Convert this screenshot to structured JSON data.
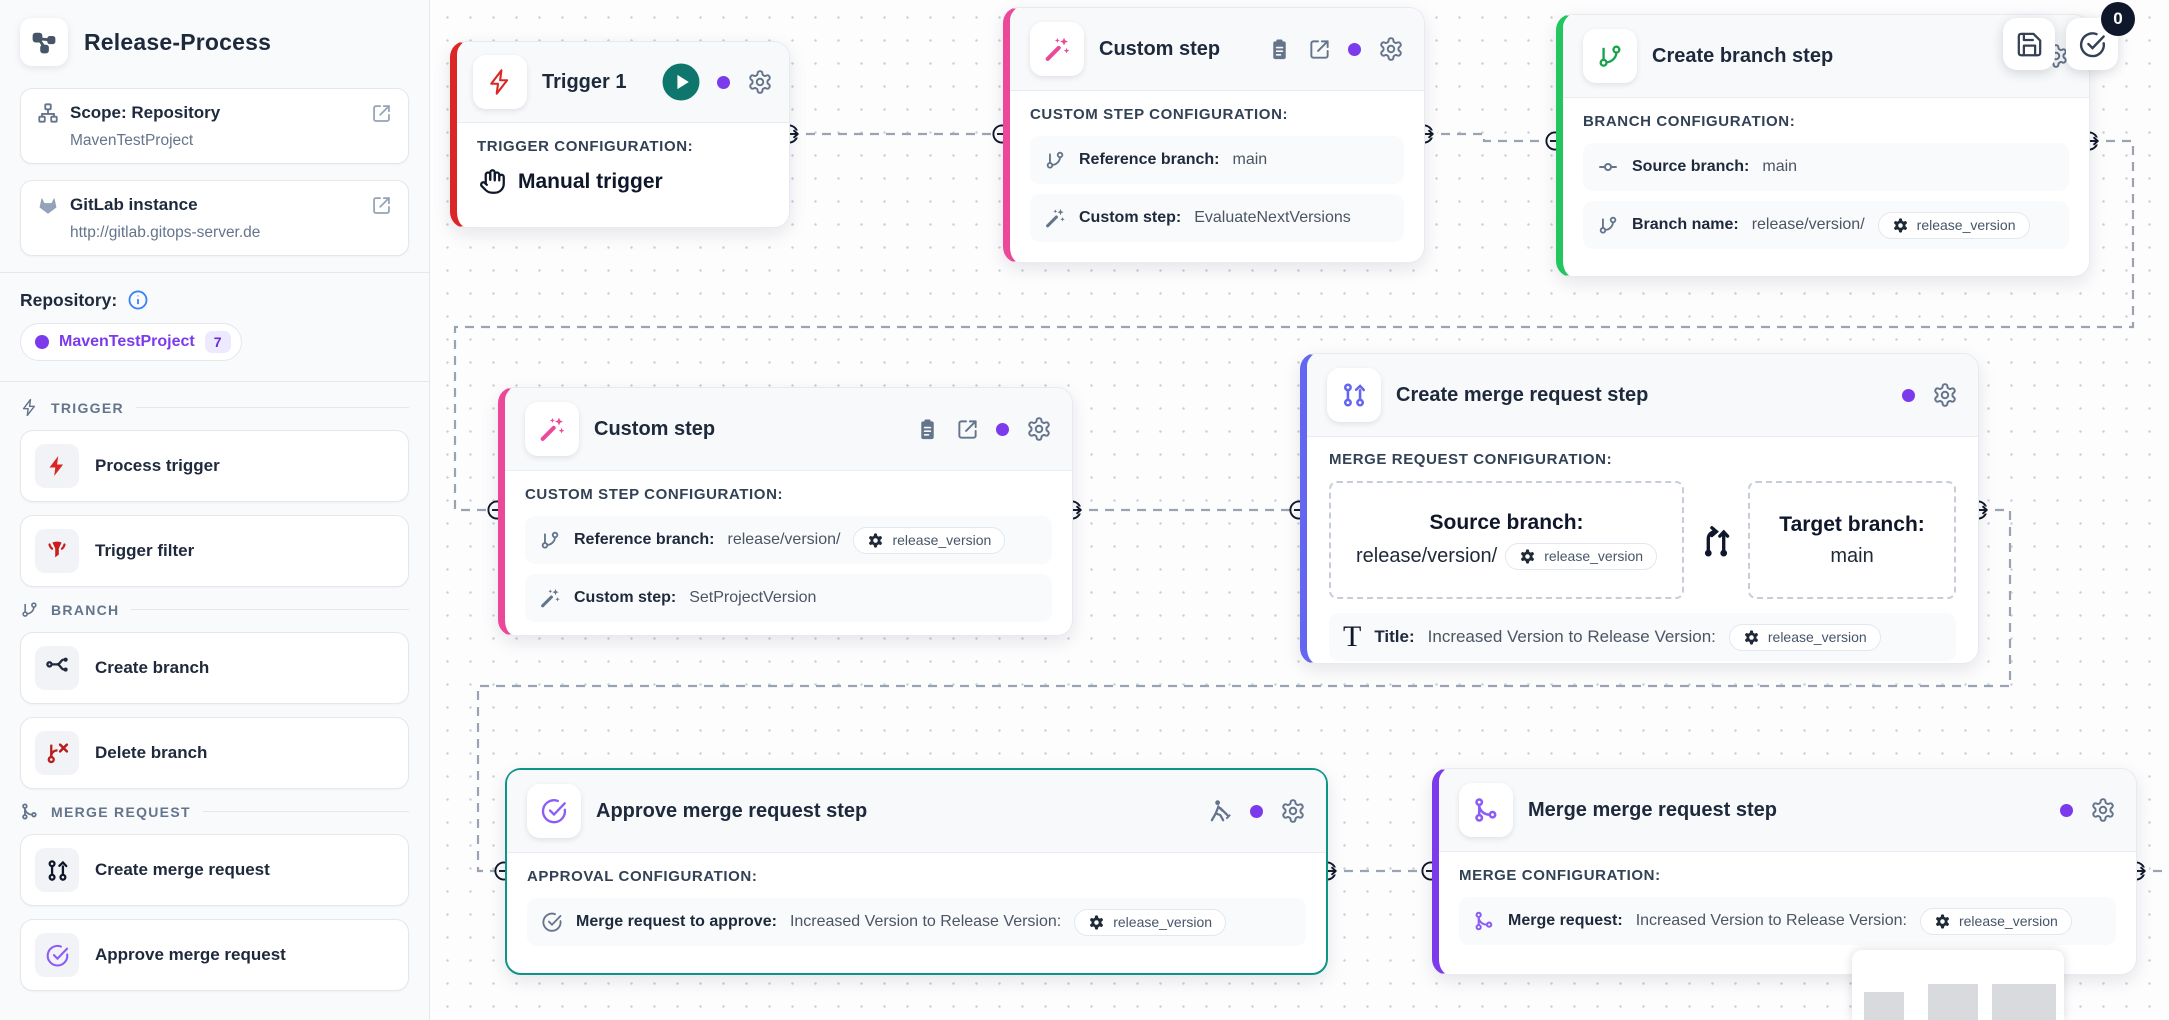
{
  "sidebar": {
    "title": "Release-Process",
    "scope_card": {
      "title": "Scope: Repository",
      "value": "MavenTestProject"
    },
    "instance_card": {
      "title": "GitLab instance",
      "value": "http://gitlab.gitops-server.de"
    },
    "repository_label": "Repository:",
    "repository_pill": {
      "name": "MavenTestProject",
      "count": "7"
    },
    "sections": [
      {
        "label": "TRIGGER",
        "items": [
          {
            "label": "Process trigger"
          },
          {
            "label": "Trigger filter"
          }
        ]
      },
      {
        "label": "BRANCH",
        "items": [
          {
            "label": "Create branch"
          },
          {
            "label": "Delete branch"
          }
        ]
      },
      {
        "label": "MERGE REQUEST",
        "items": [
          {
            "label": "Create merge request"
          },
          {
            "label": "Approve merge request"
          }
        ]
      }
    ]
  },
  "toolbar": {
    "validation_count": "0"
  },
  "nodes": {
    "trigger": {
      "title": "Trigger 1",
      "config_label": "TRIGGER CONFIGURATION:",
      "value": "Manual trigger"
    },
    "custom1": {
      "title": "Custom step",
      "config_label": "CUSTOM STEP CONFIGURATION:",
      "rows": [
        {
          "label": "Reference branch:",
          "value": "main"
        },
        {
          "label": "Custom step:",
          "value": "EvaluateNextVersions"
        }
      ]
    },
    "create_branch": {
      "title": "Create branch step",
      "config_label": "BRANCH CONFIGURATION:",
      "rows": [
        {
          "label": "Source branch:",
          "value": "main"
        },
        {
          "label": "Branch name:",
          "value": "release/version/",
          "chip": "release_version"
        }
      ]
    },
    "custom2": {
      "title": "Custom step",
      "config_label": "CUSTOM STEP CONFIGURATION:",
      "rows": [
        {
          "label": "Reference branch:",
          "value": "release/version/",
          "chip": "release_version"
        },
        {
          "label": "Custom step:",
          "value": "SetProjectVersion"
        }
      ]
    },
    "create_mr": {
      "title": "Create merge request step",
      "config_label": "MERGE REQUEST CONFIGURATION:",
      "source_box": {
        "label": "Source branch:",
        "value": "release/version/",
        "chip": "release_version"
      },
      "target_box": {
        "label": "Target branch:",
        "value": "main"
      },
      "title_row": {
        "label": "Title:",
        "value": "Increased Version to Release Version:",
        "chip": "release_version"
      }
    },
    "approve": {
      "title": "Approve merge request step",
      "config_label": "APPROVAL CONFIGURATION:",
      "rows": [
        {
          "label": "Merge request to approve:",
          "value": "Increased Version to Release Version:",
          "chip": "release_version"
        }
      ]
    },
    "merge": {
      "title": "Merge merge request step",
      "config_label": "MERGE CONFIGURATION:",
      "rows": [
        {
          "label": "Merge request:",
          "value": "Increased Version to Release Version:",
          "chip": "release_version"
        }
      ]
    }
  },
  "colors": {
    "trigger_accent": "#dc2626",
    "custom_accent": "#ec4899",
    "branch_accent": "#22c55e",
    "create_mr_accent": "#6366f1",
    "approve_accent": "#0d9488",
    "merge_accent": "#7c3aed",
    "status_dot": "#7c3aed",
    "play_button": "#0f766e",
    "badge": "#0f172a",
    "info_icon": "#3b82f6"
  }
}
